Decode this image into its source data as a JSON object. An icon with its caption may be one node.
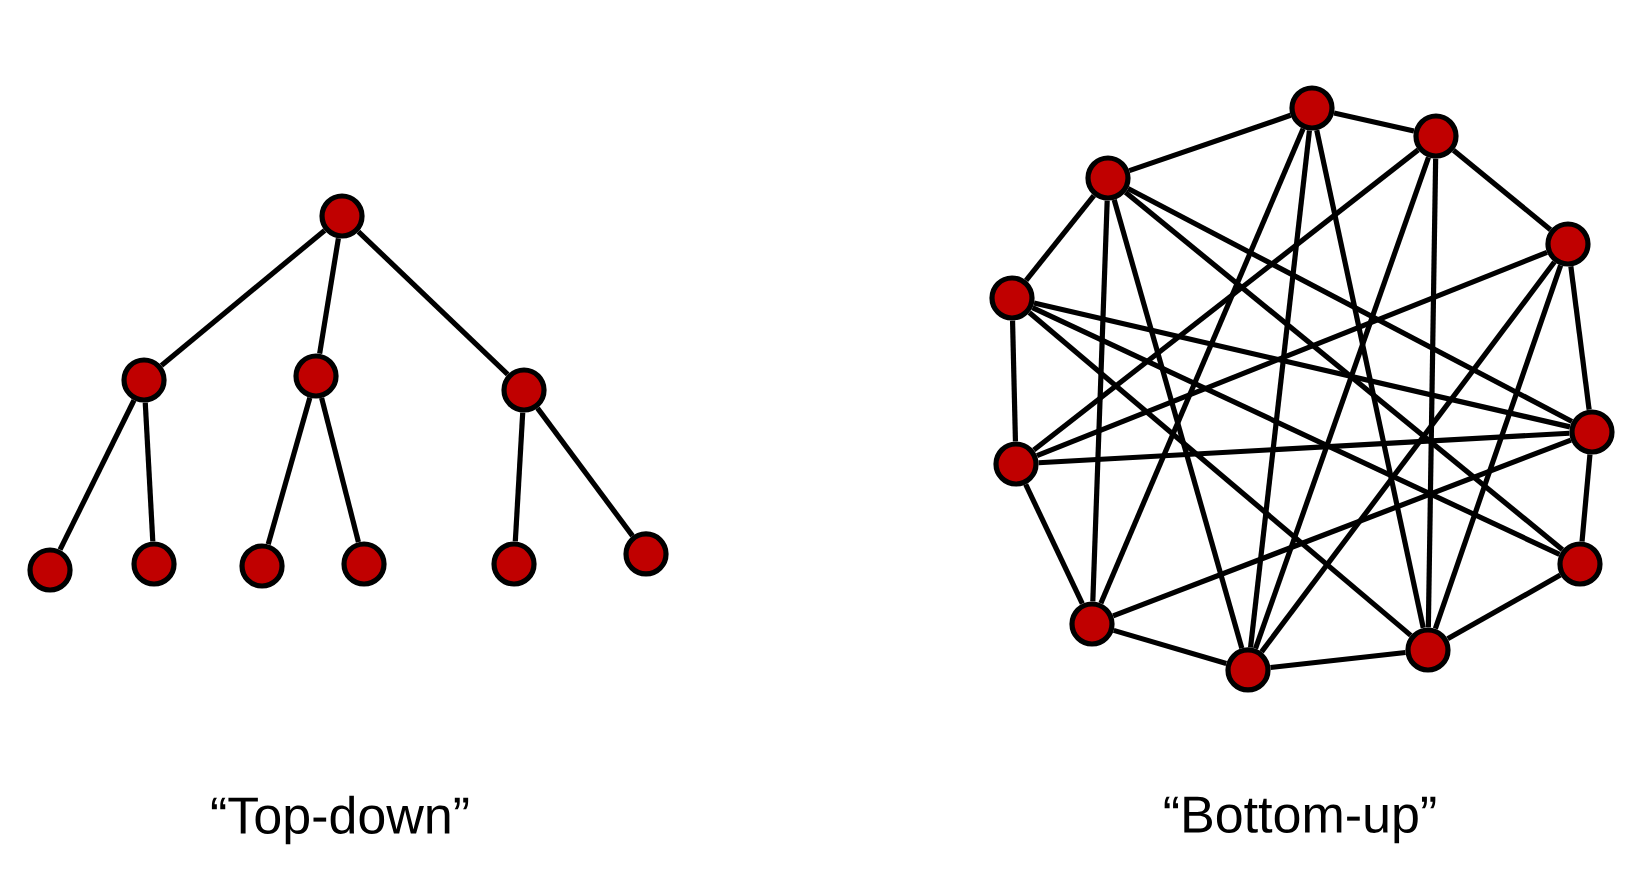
{
  "diagram": {
    "nodes": [
      {
        "text": [],
        "shape": "circle"
      },
      {
        "text": [],
        "shape": "circle"
      },
      {
        "text": [],
        "shape": "circle"
      },
      {
        "text": [],
        "shape": "circle"
      },
      {
        "text": [],
        "shape": "circle"
      },
      {
        "text": [],
        "shape": "circle"
      },
      {
        "text": [],
        "shape": "circle"
      },
      {
        "text": [],
        "shape": "circle"
      },
      {
        "text": [],
        "shape": "circle"
      },
      {
        "text": [],
        "shape": "circle"
      },
      {
        "text": [],
        "shape": "circle"
      },
      {
        "text": [],
        "shape": "circle"
      },
      {
        "text": [],
        "shape": "circle"
      },
      {
        "text": [],
        "shape": "circle"
      },
      {
        "text": [],
        "shape": "circle"
      },
      {
        "text": [],
        "shape": "circle"
      },
      {
        "text": [],
        "shape": "circle"
      },
      {
        "text": [],
        "shape": "circle"
      },
      {
        "text": [],
        "shape": "circle"
      },
      {
        "text": [],
        "shape": "circle"
      },
      {
        "text": [],
        "shape": "circle"
      }
    ],
    "edges": [
      {
        "from": 0,
        "to": 1,
        "arrow": "none"
      },
      {
        "from": 0,
        "to": 2,
        "arrow": "none"
      },
      {
        "from": 0,
        "to": 3,
        "arrow": "none"
      },
      {
        "from": 1,
        "to": 4,
        "arrow": "none"
      },
      {
        "from": 1,
        "to": 5,
        "arrow": "none"
      },
      {
        "from": 2,
        "to": 6,
        "arrow": "none"
      },
      {
        "from": 2,
        "to": 7,
        "arrow": "none"
      },
      {
        "from": 3,
        "to": 8,
        "arrow": "none"
      },
      {
        "from": 3,
        "to": 9,
        "arrow": "none"
      },
      {
        "from": 12,
        "to": 10,
        "arrow": "none"
      },
      {
        "from": 10,
        "to": 11,
        "arrow": "none"
      },
      {
        "from": 11,
        "to": 13,
        "arrow": "none"
      },
      {
        "from": 13,
        "to": 15,
        "arrow": "none"
      },
      {
        "from": 15,
        "to": 17,
        "arrow": "none"
      },
      {
        "from": 17,
        "to": 19,
        "arrow": "none"
      },
      {
        "from": 19,
        "to": 20,
        "arrow": "none"
      },
      {
        "from": 20,
        "to": 18,
        "arrow": "none"
      },
      {
        "from": 18,
        "to": 16,
        "arrow": "none"
      },
      {
        "from": 16,
        "to": 14,
        "arrow": "none"
      },
      {
        "from": 14,
        "to": 12,
        "arrow": "none"
      },
      {
        "from": 10,
        "to": 18,
        "arrow": "none"
      },
      {
        "from": 10,
        "to": 20,
        "arrow": "none"
      },
      {
        "from": 10,
        "to": 19,
        "arrow": "none"
      },
      {
        "from": 11,
        "to": 16,
        "arrow": "none"
      },
      {
        "from": 11,
        "to": 20,
        "arrow": "none"
      },
      {
        "from": 11,
        "to": 19,
        "arrow": "none"
      },
      {
        "from": 12,
        "to": 18,
        "arrow": "none"
      },
      {
        "from": 12,
        "to": 20,
        "arrow": "none"
      },
      {
        "from": 12,
        "to": 15,
        "arrow": "none"
      },
      {
        "from": 12,
        "to": 17,
        "arrow": "none"
      },
      {
        "from": 13,
        "to": 16,
        "arrow": "none"
      },
      {
        "from": 13,
        "to": 20,
        "arrow": "none"
      },
      {
        "from": 13,
        "to": 19,
        "arrow": "none"
      },
      {
        "from": 14,
        "to": 15,
        "arrow": "none"
      },
      {
        "from": 14,
        "to": 17,
        "arrow": "none"
      },
      {
        "from": 14,
        "to": 19,
        "arrow": "none"
      },
      {
        "from": 16,
        "to": 15,
        "arrow": "none"
      },
      {
        "from": 18,
        "to": 15,
        "arrow": "none"
      }
    ],
    "labels": [
      "“Top-down”",
      "“Bottom-up”"
    ]
  }
}
